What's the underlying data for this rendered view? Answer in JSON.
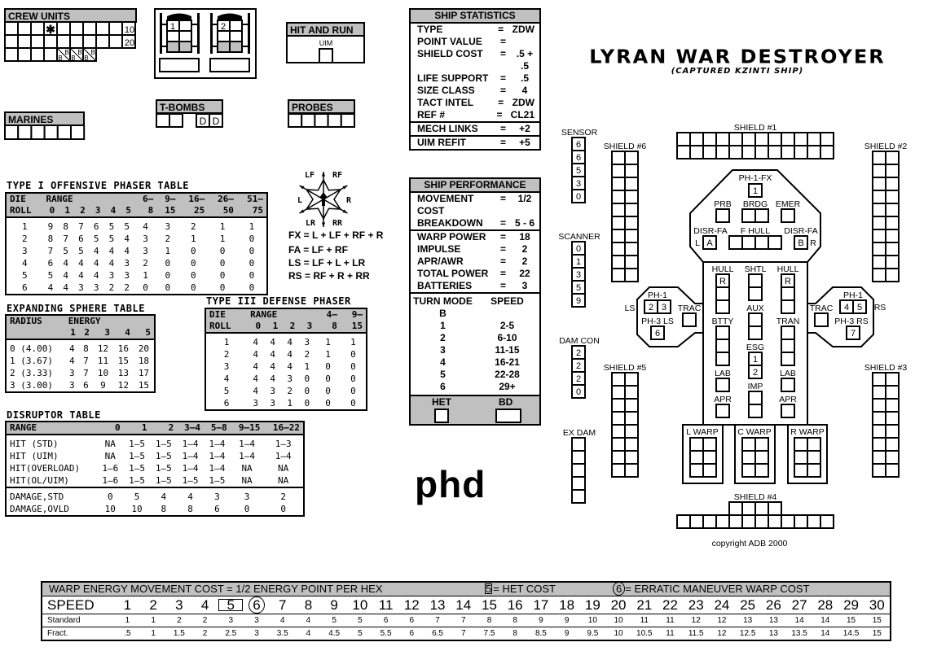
{
  "crew_units": {
    "title": "CREW UNITS",
    "row_labels": [
      "10",
      "20"
    ],
    "boarding_label": "B"
  },
  "shuttle_bay": {
    "shuttles": [
      "1",
      "2"
    ]
  },
  "hit_and_run": {
    "title": "HIT AND RUN",
    "label": "UIM"
  },
  "marines": {
    "title": "MARINES"
  },
  "t_bombs": {
    "title": "T-BOMBS",
    "dummy_label": "D"
  },
  "probes": {
    "title": "PROBES"
  },
  "phaser1": {
    "title": "TYPE I OFFENSIVE PHASER TABLE",
    "header": [
      [
        "DIE",
        "RANGE",
        "",
        "",
        "",
        "",
        "",
        "6–",
        "9–",
        "16–",
        "26–",
        "51–"
      ],
      [
        "ROLL",
        "0",
        "1",
        "2",
        "3",
        "4",
        "5",
        "8",
        "15",
        "25",
        "50",
        "75"
      ]
    ],
    "rows": [
      [
        "1",
        "9",
        "8",
        "7",
        "6",
        "5",
        "5",
        "4",
        "3",
        "2",
        "1",
        "1"
      ],
      [
        "2",
        "8",
        "7",
        "6",
        "5",
        "5",
        "4",
        "3",
        "2",
        "1",
        "1",
        "0"
      ],
      [
        "3",
        "7",
        "5",
        "5",
        "4",
        "4",
        "4",
        "3",
        "1",
        "0",
        "0",
        "0"
      ],
      [
        "4",
        "6",
        "4",
        "4",
        "4",
        "4",
        "3",
        "2",
        "0",
        "0",
        "0",
        "0"
      ],
      [
        "5",
        "5",
        "4",
        "4",
        "4",
        "3",
        "3",
        "1",
        "0",
        "0",
        "0",
        "0"
      ],
      [
        "6",
        "4",
        "4",
        "3",
        "3",
        "2",
        "2",
        "0",
        "0",
        "0",
        "0",
        "0"
      ]
    ]
  },
  "compass": {
    "labels": [
      "LF",
      "RF",
      "L",
      "R",
      "LR",
      "RR"
    ],
    "arcs": [
      "FX = L + LF + RF + R",
      "FA = LF + RF",
      "LS = LF + L + LR",
      "RS = RF + R + RR"
    ]
  },
  "sphere": {
    "title": "EXPANDING SPHERE TABLE",
    "header": [
      [
        "RADIUS",
        "ENERGY",
        "",
        "",
        "",
        ""
      ],
      [
        "",
        "1",
        "2",
        "3",
        "4",
        "5"
      ]
    ],
    "rows": [
      [
        "0 (4.00)",
        "4",
        "8",
        "12",
        "16",
        "20"
      ],
      [
        "1 (3.67)",
        "4",
        "7",
        "11",
        "15",
        "18"
      ],
      [
        "2 (3.33)",
        "3",
        "7",
        "10",
        "13",
        "17"
      ],
      [
        "3 (3.00)",
        "3",
        "6",
        "9",
        "12",
        "15"
      ]
    ]
  },
  "phaser3": {
    "title": "TYPE III DEFENSE PHASER",
    "header": [
      [
        "DIE",
        "RANGE",
        "",
        "",
        "",
        "4–",
        "9–"
      ],
      [
        "ROLL",
        "0",
        "1",
        "2",
        "3",
        "8",
        "15"
      ]
    ],
    "rows": [
      [
        "1",
        "4",
        "4",
        "4",
        "3",
        "1",
        "1"
      ],
      [
        "2",
        "4",
        "4",
        "4",
        "2",
        "1",
        "0"
      ],
      [
        "3",
        "4",
        "4",
        "4",
        "1",
        "0",
        "0"
      ],
      [
        "4",
        "4",
        "4",
        "3",
        "0",
        "0",
        "0"
      ],
      [
        "5",
        "4",
        "3",
        "2",
        "0",
        "0",
        "0"
      ],
      [
        "6",
        "3",
        "3",
        "1",
        "0",
        "0",
        "0"
      ]
    ]
  },
  "disruptor": {
    "title": "DISRUPTOR TABLE",
    "header": [
      [
        "RANGE",
        "0",
        "1",
        "2",
        "3–4",
        "5–8",
        "9–15",
        "16–22"
      ]
    ],
    "rows": [
      [
        "HIT (STD)",
        "NA",
        "1–5",
        "1–5",
        "1–4",
        "1–4",
        "1–4",
        "1–3"
      ],
      [
        "HIT (UIM)",
        "NA",
        "1–5",
        "1–5",
        "1–4",
        "1–4",
        "1–4",
        "1–4"
      ],
      [
        "HIT(OVERLOAD)",
        "1–6",
        "1–5",
        "1–5",
        "1–4",
        "1–4",
        "NA",
        "NA"
      ],
      [
        "HIT(OL/UIM)",
        "1–6",
        "1–5",
        "1–5",
        "1–5",
        "1–5",
        "NA",
        "NA"
      ]
    ],
    "rows2": [
      [
        "DAMAGE,STD",
        "0",
        "5",
        "4",
        "4",
        "3",
        "3",
        "2"
      ],
      [
        "DAMAGE,OVLD",
        "10",
        "10",
        "8",
        "8",
        "6",
        "0",
        "0"
      ]
    ]
  },
  "logo": "phd",
  "ship_statistics": {
    "title": "SHIP STATISTICS",
    "groups": [
      [
        {
          "label": "TYPE",
          "value": "ZDW"
        },
        {
          "label": "POINT VALUE",
          "value": ""
        },
        {
          "label": "SHIELD COST",
          "value": ".5 + .5"
        },
        {
          "label": "LIFE SUPPORT",
          "value": ".5"
        },
        {
          "label": "SIZE CLASS",
          "value": "4"
        },
        {
          "label": "TACT INTEL",
          "value": "ZDW"
        },
        {
          "label": "REF #",
          "value": "CL21"
        }
      ],
      [
        {
          "label": "MECH LINKS",
          "value": "+2"
        }
      ],
      [
        {
          "label": "UIM REFIT",
          "value": "+5"
        }
      ]
    ]
  },
  "ship_performance": {
    "title": "SHIP PERFORMANCE",
    "groups": [
      [
        {
          "label": "MOVEMENT COST",
          "value": "1/2"
        },
        {
          "label": "BREAKDOWN",
          "value": "5 - 6"
        }
      ],
      [
        {
          "label": "WARP POWER",
          "value": "18"
        },
        {
          "label": "IMPULSE",
          "value": "2"
        },
        {
          "label": "APR/AWR",
          "value": "2"
        },
        {
          "label": "TOTAL POWER",
          "value": "22"
        },
        {
          "label": "BATTERIES",
          "value": "3"
        }
      ]
    ],
    "turn_mode_header": [
      "TURN MODE B",
      "SPEED"
    ],
    "turn_modes": [
      [
        "1",
        "2-5"
      ],
      [
        "2",
        "6-10"
      ],
      [
        "3",
        "11-15"
      ],
      [
        "4",
        "16-21"
      ],
      [
        "5",
        "22-28"
      ],
      [
        "6",
        "29+"
      ]
    ],
    "het_label": "HET",
    "bd_label": "BD"
  },
  "ship_title": "LYRAN WAR DESTROYER",
  "ship_subtitle": "(CAPTURED KZINTI SHIP)",
  "ssd": {
    "sensor_label": "SENSOR",
    "sensor": [
      "6",
      "6",
      "5",
      "3",
      "0"
    ],
    "scanner_label": "SCANNER",
    "scanner": [
      "0",
      "1",
      "3",
      "5",
      "9"
    ],
    "dam_con_label": "DAM CON",
    "dam_con": [
      "2",
      "2",
      "2",
      "0"
    ],
    "ex_dam_label": "EX DAM",
    "shield1": "SHIELD #1",
    "shield2": "SHIELD #2",
    "shield3": "SHIELD #3",
    "shield4": "SHIELD #4",
    "shield5": "SHIELD #5",
    "shield6": "SHIELD #6",
    "ph1_fx": "PH-1-FX",
    "ph1_fx_box": [
      "1"
    ],
    "prb": "PRB",
    "brdg": "BRDG",
    "emer": "EMER",
    "disr_fa": "DISR-FA",
    "disr_left": [
      "A"
    ],
    "disr_right": [
      "B"
    ],
    "l": "L",
    "r": "R",
    "f_hull": "F HULL",
    "hull": "HULL",
    "hull_box": [
      "R",
      "",
      ""
    ],
    "shtl": "SHTL",
    "aux": "AUX",
    "btty": "BTTY",
    "tran": "TRAN",
    "esg": "ESG",
    "esg_boxes": [
      "1",
      "2"
    ],
    "lab": "LAB",
    "imp": "IMP",
    "apr": "APR",
    "ph1": "PH-1",
    "ph1_left": [
      "2",
      "3"
    ],
    "ph1_right": [
      "4",
      "5"
    ],
    "ph3_ls": "PH-3 LS",
    "ph3_ls_box": [
      "6"
    ],
    "ph3_rs": "PH-3 RS",
    "ph3_rs_box": [
      "7"
    ],
    "ls": "LS",
    "rs": "RS",
    "trac": "TRAC",
    "l_warp": "L WARP",
    "c_warp": "C WARP",
    "r_warp": "R WARP",
    "copyright": "copyright ADB 2000"
  },
  "warp_table": {
    "header_text": "WARP ENERGY MOVEMENT COST = 1/2 ENERGY POINT PER HEX",
    "het_key": "5",
    "het_text": "= HET COST",
    "erratic_key": "6",
    "erratic_text": "= ERRATIC MANEUVER WARP COST",
    "het_cost_speed": 5,
    "erratic_speed": 6,
    "speed_label": "SPEED",
    "standard_label": "Standard",
    "fract_label": "Fract.",
    "speeds": [
      "1",
      "2",
      "3",
      "4",
      "5",
      "6",
      "7",
      "8",
      "9",
      "10",
      "11",
      "12",
      "13",
      "14",
      "15",
      "16",
      "17",
      "18",
      "19",
      "20",
      "21",
      "22",
      "23",
      "24",
      "25",
      "26",
      "27",
      "28",
      "29",
      "30"
    ],
    "standard": [
      "1",
      "1",
      "2",
      "2",
      "3",
      "3",
      "4",
      "4",
      "5",
      "5",
      "6",
      "6",
      "7",
      "7",
      "8",
      "8",
      "9",
      "9",
      "10",
      "10",
      "11",
      "11",
      "12",
      "12",
      "13",
      "13",
      "14",
      "14",
      "15",
      "15"
    ],
    "fract": [
      ".5",
      "1",
      "1.5",
      "2",
      "2.5",
      "3",
      "3.5",
      "4",
      "4.5",
      "5",
      "5.5",
      "6",
      "6.5",
      "7",
      "7.5",
      "8",
      "8.5",
      "9",
      "9.5",
      "10",
      "10.5",
      "11",
      "11.5",
      "12",
      "12.5",
      "13",
      "13.5",
      "14",
      "14.5",
      "15"
    ]
  }
}
